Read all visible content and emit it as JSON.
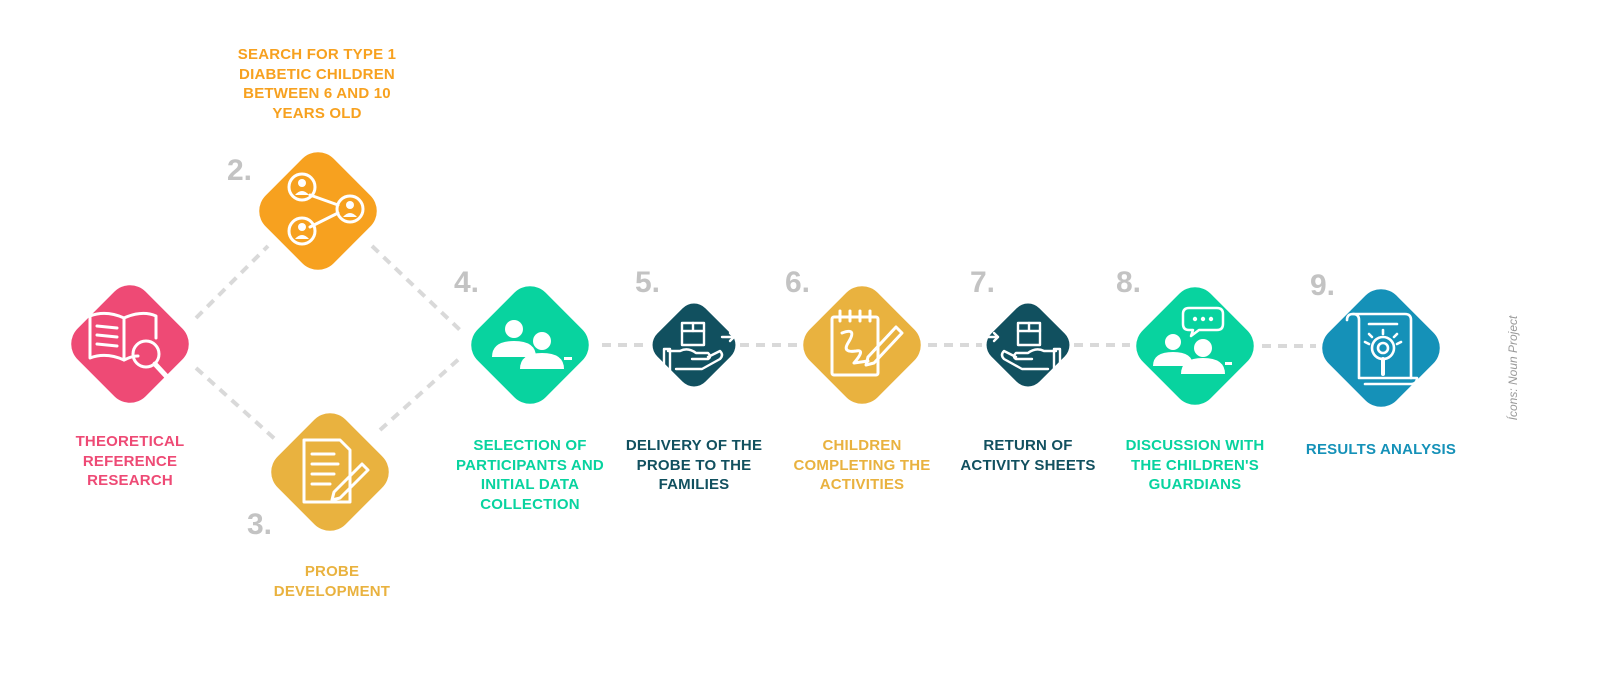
{
  "steps": [
    {
      "id": "1",
      "number": "",
      "label": "THEORETICAL REFERENCE RESEARCH",
      "color": "#ee4a75",
      "icon": "book-magnifier-icon"
    },
    {
      "id": "2",
      "number": "2.",
      "label": "SEARCH FOR TYPE 1 DIABETIC CHILDREN BETWEEN 6 AND 10 YEARS OLD",
      "color": "#f7a11f",
      "icon": "connected-users-icon"
    },
    {
      "id": "3",
      "number": "3.",
      "label": "PROBE DEVELOPMENT",
      "color": "#e9b23f",
      "icon": "document-pen-icon"
    },
    {
      "id": "4",
      "number": "4.",
      "label": "SELECTION OF PARTICIPANTS AND INITIAL DATA COLLECTION",
      "color": "#08d39f",
      "icon": "two-people-icon"
    },
    {
      "id": "5",
      "number": "5.",
      "label": "DELIVERY OF THE PROBE TO THE FAMILIES",
      "color": "#11505f",
      "icon": "hand-box-out-icon"
    },
    {
      "id": "6",
      "number": "6.",
      "label": "CHILDREN COMPLETING THE ACTIVITIES",
      "color": "#e9b23f",
      "icon": "notepad-pen-icon"
    },
    {
      "id": "7",
      "number": "7.",
      "label": "RETURN OF ACTIVITY SHEETS",
      "color": "#11505f",
      "icon": "hand-box-in-icon"
    },
    {
      "id": "8",
      "number": "8.",
      "label": "DISCUSSION WITH THE CHILDREN'S GUARDIANS",
      "color": "#08d39f",
      "icon": "people-chat-icon"
    },
    {
      "id": "9",
      "number": "9.",
      "label": "RESULTS ANALYSIS",
      "color": "#1591b8",
      "icon": "scroll-magnifier-icon"
    }
  ],
  "credit": "Ícons: Noun Project",
  "connector_color": "#d9d9d9"
}
